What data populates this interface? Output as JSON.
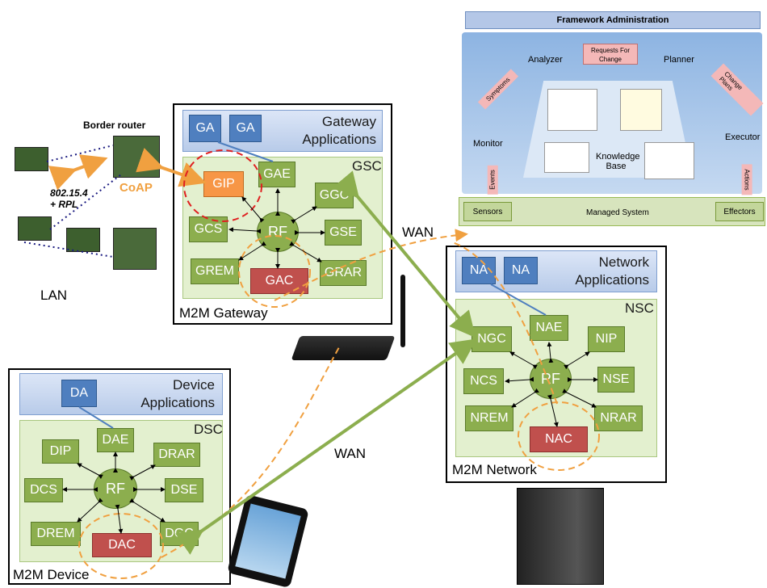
{
  "framework": {
    "title": "Framework Administration",
    "requests": "Requests For Change",
    "analyzer": "Analyzer",
    "planner": "Planner",
    "monitor": "Monitor",
    "executor": "Executor",
    "knowledge": "Knowledge Base",
    "symptoms": "Symptoms",
    "change_plans": "Change Plans",
    "events": "Events",
    "actions": "Actions",
    "sensors": "Sensors",
    "managed": "Managed System",
    "effectors": "Effectors"
  },
  "lan": {
    "border_router": "Border router",
    "protocol_line1": "802.15.4",
    "protocol_line2": "+ RPL",
    "coap": "CoAP",
    "label": "LAN"
  },
  "gateway": {
    "apps_line1": "Gateway",
    "apps_line2": "Applications",
    "app1": "GA",
    "app2": "GA",
    "sc": "GSC",
    "nodes": {
      "gip": "GIP",
      "gae": "GAE",
      "ggc": "GGC",
      "gcs": "GCS",
      "rf": "RF",
      "gse": "GSE",
      "grem": "GREM",
      "gac": "GAC",
      "grar": "GRAR"
    },
    "title": "M2M Gateway"
  },
  "network": {
    "apps_line1": "Network",
    "apps_line2": "Applications",
    "app1": "NA",
    "app2": "NA",
    "sc": "NSC",
    "nodes": {
      "ngc": "NGC",
      "nae": "NAE",
      "nip": "NIP",
      "ncs": "NCS",
      "rf": "RF",
      "nse": "NSE",
      "nrem": "NREM",
      "nac": "NAC",
      "nrar": "NRAR"
    },
    "title": "M2M Network"
  },
  "device": {
    "apps_line1": "Device",
    "apps_line2": "Applications",
    "app1": "DA",
    "sc": "DSC",
    "nodes": {
      "dip": "DIP",
      "dae": "DAE",
      "drar": "DRAR",
      "dcs": "DCS",
      "rf": "RF",
      "dse": "DSE",
      "drem": "DREM",
      "dac": "DAC",
      "dgc": "DGC"
    },
    "title": "M2M Device"
  },
  "wan_top": "WAN",
  "wan_bottom": "WAN",
  "colors": {
    "green": "#8cae4e",
    "blue": "#4f7fbf",
    "red": "#c0504d",
    "orange": "#f79646",
    "sc_bg": "#e3f0cf",
    "app_bg": "#b8cbe9"
  }
}
